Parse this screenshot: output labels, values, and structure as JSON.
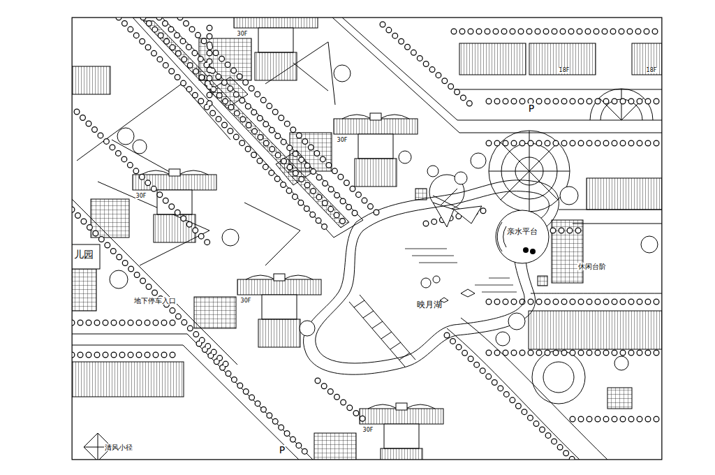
{
  "diagram": {
    "nodes": [
      {
        "text": [
          "映月湖"
        ]
      },
      {
        "text": [
          "亲水平台"
        ]
      }
    ],
    "labels": [
      "30F",
      "30F",
      "30F",
      "30F",
      "30F",
      "18F",
      "18F",
      "P",
      "P",
      "儿园",
      "地下停车入口",
      "清风小径",
      "休闲台阶"
    ]
  }
}
